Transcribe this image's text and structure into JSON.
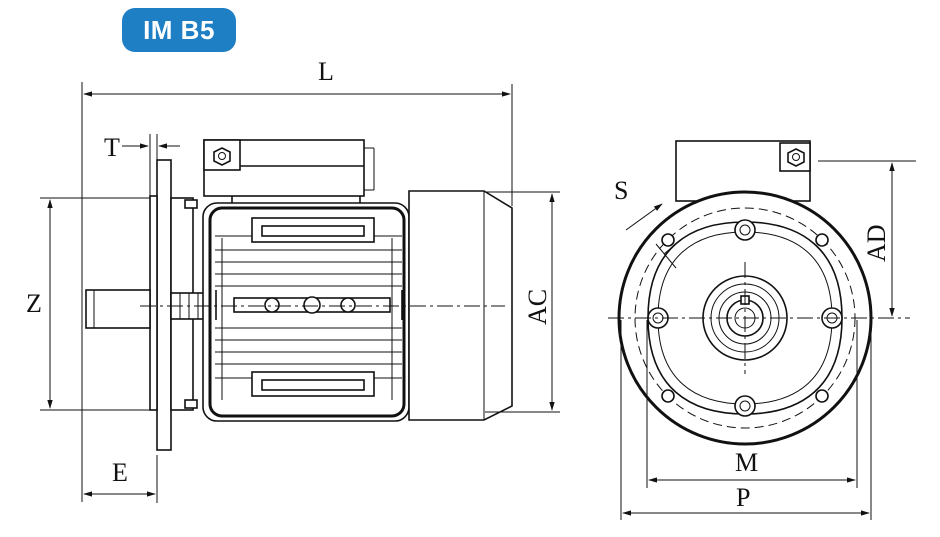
{
  "badge": {
    "label": "IM B5",
    "color": "#1f7fc4"
  },
  "dimensions": {
    "L": "L",
    "T": "T",
    "Z": "Z",
    "E": "E",
    "AC": "AC",
    "AD": "AD",
    "S": "S",
    "M": "M",
    "P": "P"
  }
}
